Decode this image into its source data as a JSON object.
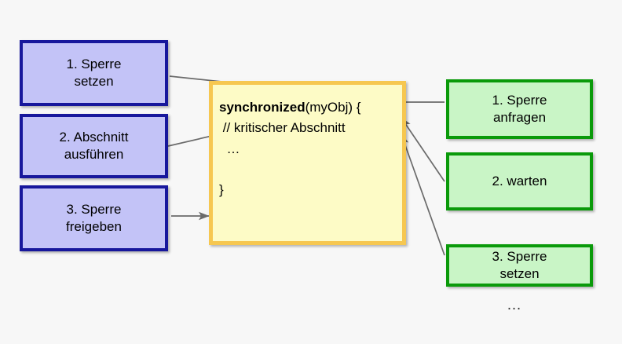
{
  "diagram": {
    "background_color": "#f7f7f7",
    "left_column": {
      "border_color": "#17179c",
      "fill_color": "#c3c3f7",
      "boxes": [
        {
          "name": "lock-set",
          "line1": "1. Sperre",
          "line2": "setzen"
        },
        {
          "name": "section-exec",
          "line1": "2. Abschnitt",
          "line2": "ausführen"
        },
        {
          "name": "lock-release",
          "line1": "3. Sperre",
          "line2": "freigeben"
        }
      ]
    },
    "right_column": {
      "border_color": "#0a9a0a",
      "fill_color": "#c9f5c6",
      "boxes": [
        {
          "name": "lock-request",
          "line1": "1. Sperre",
          "line2": "anfragen"
        },
        {
          "name": "wait",
          "line1": "2. warten",
          "line2": ""
        },
        {
          "name": "lock-acquire",
          "line1": "3. Sperre",
          "line2": "setzen"
        }
      ],
      "ellipsis": "…"
    },
    "code_block": {
      "border_color": "#f6c750",
      "fill_color": "#fdfbc6",
      "keyword": "synchronized",
      "signature_rest": "(myObj) {",
      "comment": "// kritischer Abschnitt",
      "ellipsis": "…",
      "closing_brace": "}"
    },
    "arrows": {
      "color": "#666666",
      "left_to_code": [
        {
          "name": "arrow-lock-set-to-open-brace"
        },
        {
          "name": "arrow-section-exec-to-comment"
        },
        {
          "name": "arrow-lock-release-to-closing-brace"
        }
      ],
      "code_to_right": [
        {
          "name": "arrow-lock-request-to-open-brace"
        },
        {
          "name": "arrow-wait-to-code"
        },
        {
          "name": "arrow-lock-acquire-to-code"
        }
      ]
    }
  }
}
